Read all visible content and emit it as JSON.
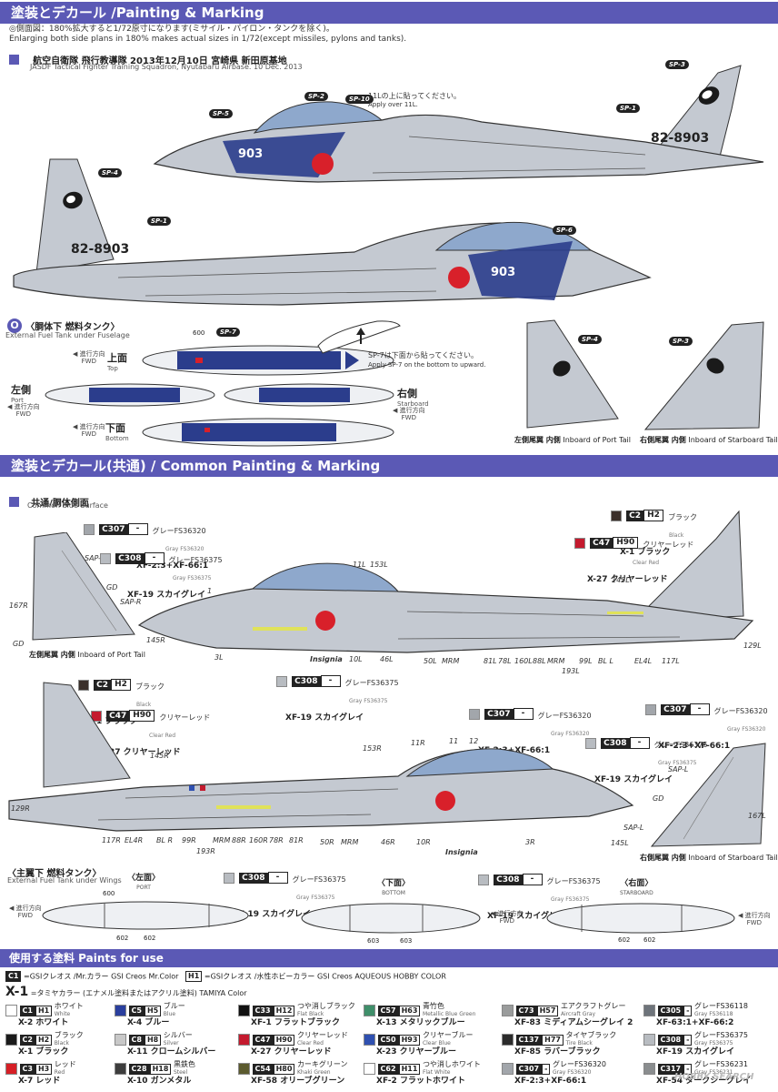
{
  "section1": {
    "title": "塗装とデカール /Painting & Marking",
    "note_jp": "◎側面図：180%拡大すると1/72原寸になります(ミサイル・パイロン・タンクを除く)。",
    "note_en": "Enlarging both side plans in 180% makes actual sizes in 1/72(except missiles, pylons and tanks).",
    "unit_jp": "航空自衛隊 飛行教導隊 2013年12月10日 宮崎県 新田原基地",
    "unit_en": "JASDF Tactical Fighter Training Squadron, Nyutabaru Airbase. 10 Dec. 2013"
  },
  "aircraft": {
    "serial": "82-8903",
    "nose_number": "903",
    "decal_labels": [
      "SP-1",
      "SP-2",
      "SP-3",
      "SP-4",
      "SP-5",
      "SP-6",
      "SP-7",
      "SP-10"
    ],
    "note_11l_jp": "11Lの上に貼ってください。",
    "note_11l_en": "Apply over 11L."
  },
  "fuselage_tank": {
    "title_jp": "〈胴体下 燃料タンク〉",
    "title_en": "External Fuel Tank under Fuselage",
    "fwd_jp": "進行方向",
    "fwd_en": "FWD",
    "top_jp": "上面",
    "top_en": "Top",
    "bottom_jp": "下面",
    "bottom_en": "Bottom",
    "port_jp": "左側",
    "port_en": "Port",
    "star_jp": "右側",
    "star_en": "Starboard",
    "decal_600": "600",
    "sp7_note_jp": "SP-7は下面から貼ってください。",
    "sp7_note_en": "Apply SP-7 on the bottom to upward."
  },
  "tails": {
    "port_jp": "左側尾翼 内側",
    "port_en": "Inboard of Port Tail",
    "star_jp": "右側尾翼 内側",
    "star_en": "Inboard of Starboard Tail"
  },
  "section2": {
    "title": "塗装とデカール(共通) / Common Painting & Marking",
    "sub_jp": "共通/胴体側面",
    "sub_en": "Common Side Surface"
  },
  "callouts": {
    "c307": {
      "code": "C307",
      "h": "-",
      "jp": "グレーFS36320",
      "en": "Gray FS36320",
      "mix": "XF-2:3+XF-66:1"
    },
    "c308": {
      "code": "C308",
      "h": "-",
      "jp": "グレーFS36375",
      "en": "Gray FS36375",
      "mix": "XF-19 スカイグレイ"
    },
    "c2": {
      "code": "C2",
      "h": "H2",
      "jp": "ブラック",
      "en": "Black",
      "mix": "X-1 ブラック"
    },
    "c47": {
      "code": "C47",
      "h": "H90",
      "jp": "クリヤーレッド",
      "en": "Clear Red",
      "mix": "X-27 クリヤーレッド"
    }
  },
  "part_labels": {
    "upper": [
      "SAP-R",
      "GD",
      "SAP-R",
      "167R",
      "GD",
      "145R",
      "3L",
      "Insignia",
      "10L",
      "46L",
      "50L",
      "MRM",
      "81L",
      "78L",
      "160L",
      "88L",
      "MRM",
      "193L",
      "99L",
      "BL L",
      "EL4L",
      "117L",
      "129L",
      "11L",
      "153L",
      "145L",
      "1"
    ],
    "lower": [
      "145R",
      "153R",
      "11R",
      "11",
      "12",
      "129R",
      "117R",
      "EL4R",
      "BL R",
      "99R",
      "193R",
      "MRM",
      "88R",
      "160R",
      "78R",
      "81R",
      "50R",
      "MRM",
      "46R",
      "10R",
      "Insignia",
      "3R",
      "SAP-L",
      "GD",
      "167L",
      "SAP-L",
      "145L"
    ]
  },
  "side_tail": {
    "port_jp": "左側尾翼 内側",
    "port_en": "Inboard of Port Tail",
    "star_jp": "右側尾翼 内側",
    "star_en": "Inboard of Starboard Tail"
  },
  "wing_tank": {
    "title_jp": "〈主翼下 燃料タンク〉",
    "title_en": "External Fuel Tank under Wings",
    "left_jp": "〈左面〉",
    "left_en": "PORT",
    "bottom_jp": "〈下面〉",
    "bottom_en": "BOTTOM",
    "right_jp": "〈右面〉",
    "right_en": "STARBOARD",
    "fwd_jp": "進行方向",
    "fwd_en": "FWD",
    "decals": [
      "600",
      "602",
      "602",
      "603",
      "603",
      "602",
      "602"
    ]
  },
  "paints": {
    "title": "使用する塗料 Paints for use",
    "legend_c": "C1",
    "legend_c_text": "=GSIクレオス /Mr.カラー GSI Creos Mr.Color",
    "legend_h": "H1",
    "legend_h_text": "=GSIクレオス /水性ホビーカラー GSI Creos AQUEOUS HOBBY COLOR",
    "legend_x": "X-1",
    "legend_x_text": "=タミヤカラー (エナメル塗料またはアクリル塗料) TAMIYA Color",
    "items": [
      {
        "c": "C1",
        "h": "H1",
        "jp": "ホワイト",
        "en": "White",
        "x": "X-2 ホワイト",
        "color": "#ffffff"
      },
      {
        "c": "C2",
        "h": "H2",
        "jp": "ブラック",
        "en": "Black",
        "x": "X-1 ブラック",
        "color": "#1a1a1a"
      },
      {
        "c": "C3",
        "h": "H3",
        "jp": "レッド",
        "en": "Red",
        "x": "X-7 レッド",
        "color": "#d61f26"
      },
      {
        "c": "C5",
        "h": "H5",
        "jp": "ブルー",
        "en": "Blue",
        "x": "X-4 ブルー",
        "color": "#2a3f9e"
      },
      {
        "c": "C8",
        "h": "H8",
        "jp": "シルバー",
        "en": "Silver",
        "x": "X-11 クロームシルバー",
        "color": "#c8c8c8"
      },
      {
        "c": "C28",
        "h": "H18",
        "jp": "黒鉄色",
        "en": "Steel",
        "x": "X-10 ガンメタル",
        "color": "#3d3d3d"
      },
      {
        "c": "C33",
        "h": "H12",
        "jp": "つや消しブラック",
        "en": "Flat Black",
        "x": "XF-1 フラットブラック",
        "color": "#111111"
      },
      {
        "c": "C47",
        "h": "H90",
        "jp": "クリヤーレッド",
        "en": "Clear Red",
        "x": "X-27 クリヤーレッド",
        "color": "#c41a2e"
      },
      {
        "c": "C54",
        "h": "H80",
        "jp": "カーキグリーン",
        "en": "Khaki Green",
        "x": "XF-58 オリーブグリーン",
        "color": "#5b5a2e"
      },
      {
        "c": "C57",
        "h": "H63",
        "jp": "青竹色",
        "en": "Metallic Blue Green",
        "x": "X-13 メタリックブルー",
        "color": "#3f8f6a"
      },
      {
        "c": "C50",
        "h": "H93",
        "jp": "クリヤーブルー",
        "en": "Clear Blue",
        "x": "X-23 クリヤーブルー",
        "color": "#2f50b0"
      },
      {
        "c": "C62",
        "h": "H11",
        "jp": "つや消しホワイト",
        "en": "Flat White",
        "x": "XF-2 フラットホワイト",
        "color": "#ffffff"
      },
      {
        "c": "C73",
        "h": "H57",
        "jp": "エアクラフトグレー",
        "en": "Aircraft Gray",
        "x": "XF-83 ミディアムシーグレイ 2",
        "color": "#9a9c9c"
      },
      {
        "c": "C137",
        "h": "H77",
        "jp": "タイヤブラック",
        "en": "Tire Black",
        "x": "XF-85 ラバーブラック",
        "color": "#2b2b2b"
      },
      {
        "c": "C307",
        "h": "-",
        "jp": "グレーFS36320",
        "en": "Gray FS36320",
        "x": "XF-2:3+XF-66:1",
        "color": "#a2a6ab"
      },
      {
        "c": "C305",
        "h": "-",
        "jp": "グレーFS36118",
        "en": "Gray FS36118",
        "x": "XF-63:1+XF-66:2",
        "color": "#6e747b"
      },
      {
        "c": "C308",
        "h": "-",
        "jp": "グレーFS36375",
        "en": "Gray FS36375",
        "x": "XF-19 スカイグレイ",
        "color": "#b8bcc1"
      },
      {
        "c": "C317",
        "h": "-",
        "jp": "グレーFS36231",
        "en": "Gray FS36231",
        "x": "XF-54 ダークシーグレイ",
        "color": "#8a8d8f"
      }
    ]
  },
  "watermark": "HOBBY SEARCH",
  "colors": {
    "band": "#5b59b5",
    "aircraft_gray": "#c4c9d1",
    "aggressor_blue": "#2b3d8c",
    "hinomaru": "#d8202a",
    "canopy": "#8ea8cc"
  }
}
